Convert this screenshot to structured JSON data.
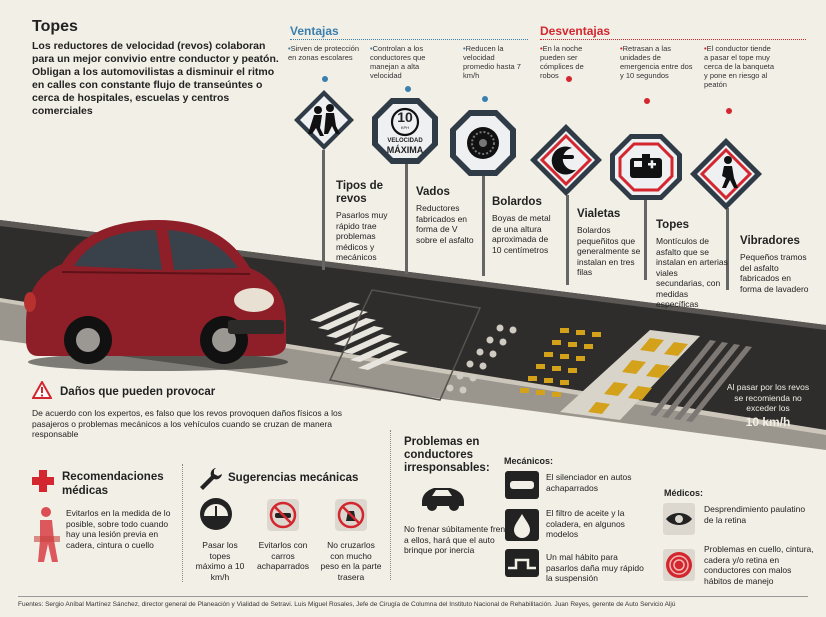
{
  "header": {
    "title": "Topes",
    "intro": "Los reductores de velocidad (revos) colaboran para un mejor convivio entre conductor y peatón. Obligan a los automovilistas a disminuir el ritmo en calles con constante flujo de transeúntes o cerca de hospitales, escuelas y centros comerciales"
  },
  "ventajas": {
    "heading": "Ventajas",
    "notes": [
      "Sirven de protección en zonas escolares",
      "Controlan a los conductores que manejan a alta velocidad",
      "Reducen la velocidad promedio hasta 7 km/h"
    ]
  },
  "desventajas": {
    "heading": "Desventajas",
    "notes": [
      "En la noche pueden ser cómplices de robos",
      "Retrasan a las unidades de emergencia entre dos y 10 segundos",
      "El conductor tiende a pasar el tope muy cerca de la banqueta y pone en riesgo al peatón"
    ]
  },
  "sign_text": {
    "speed_number": "10",
    "speed_unit": "KPH",
    "speed_label_1": "VELOCIDAD",
    "speed_label_2": "MÁXIMA"
  },
  "types": [
    {
      "title": "Tipos de revos",
      "desc": "Pasarlos muy rápido trae problemas médicos y mecánicos"
    },
    {
      "title": "Vados",
      "desc": "Reductores fabricados en forma de V sobre el asfalto"
    },
    {
      "title": "Bolardos",
      "desc": "Boyas de metal de una altura aproximada de 10 centímetros"
    },
    {
      "title": "Vialetas",
      "desc": "Bolardos pequeñitos que generalmente se instalan en tres filas"
    },
    {
      "title": "Topes",
      "desc": "Montículos de asfalto que se instalan en arterias viales secundarias, con medidas específicas"
    },
    {
      "title": "Vibradores",
      "desc": "Pequeños tramos del asfalto fabricados en forma de lavadero"
    }
  ],
  "speed_note": {
    "text": "Al pasar por los revos se recomienda no exceder los",
    "value": "10 km/h"
  },
  "danos": {
    "title": "Daños que pueden provocar",
    "text": "De acuerdo con los expertos, es falso que los revos provoquen daños físicos a los pasajeros o problemas mecánicos a los vehículos cuando se cruzan de manera responsable"
  },
  "recomendaciones": {
    "title": "Recomendaciones médicas",
    "text": "Evitarlos en la medida de lo posible, sobre todo cuando hay una lesión previa en cadera, cintura o cuello"
  },
  "sugerencias": {
    "title": "Sugerencias mecánicas",
    "items": [
      "Pasar los topes máximo a 10 km/h",
      "Evitarlos con carros achaparrados",
      "No cruzarlos con mucho peso en la parte trasera"
    ]
  },
  "problemas": {
    "title": "Problemas en conductores irresponsables:",
    "text": "No frenar súbitamente frente a ellos, hará que el auto brinque por inercia"
  },
  "mecanicos": {
    "title": "Mecánicos:",
    "items": [
      "El silenciador en autos achaparrados",
      "El filtro de aceite y la coladera, en algunos modelos",
      "Un mal hábito para pasarlos daña muy rápido la suspensión"
    ]
  },
  "medicos": {
    "title": "Médicos:",
    "items": [
      "Desprendimiento paulatino de la retina",
      "Problemas en cuello, cintura, cadera y/o retina en conductores con malos hábitos de manejo"
    ]
  },
  "footer": "Fuentes: Sergio Aníbal Martínez Sánchez, director general de Planeación y Vialidad de Setravi. Luis Miguel Rosales, Jefe de Cirugía de Columna del Instituto Nacional de Rehabilitación. Juan Reyes, gerente de Auto Servicio Aljú",
  "colors": {
    "blue": "#3a7fae",
    "red": "#d4262e",
    "yellow": "#d4a11a",
    "road": "#3a3836",
    "car": "#8e1f28"
  }
}
